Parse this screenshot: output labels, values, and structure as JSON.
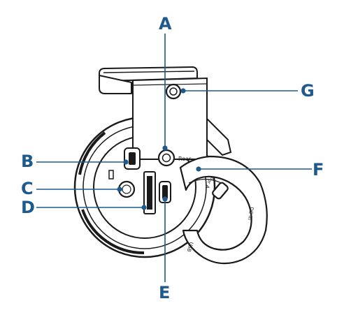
{
  "colors": {
    "callout": "#1e5a8e",
    "outline": "#1a1a1a",
    "body_fill": "#ffffff"
  },
  "callouts": [
    {
      "id": "A",
      "label": "A"
    },
    {
      "id": "B",
      "label": "B"
    },
    {
      "id": "C",
      "label": "C"
    },
    {
      "id": "D",
      "label": "D"
    },
    {
      "id": "E",
      "label": "E"
    },
    {
      "id": "F",
      "label": "F"
    },
    {
      "id": "G",
      "label": "G"
    }
  ],
  "device_text": {
    "rear": "Rear",
    "usb": "USB",
    "dc_in": "DC in",
    "for_a": "For A"
  }
}
